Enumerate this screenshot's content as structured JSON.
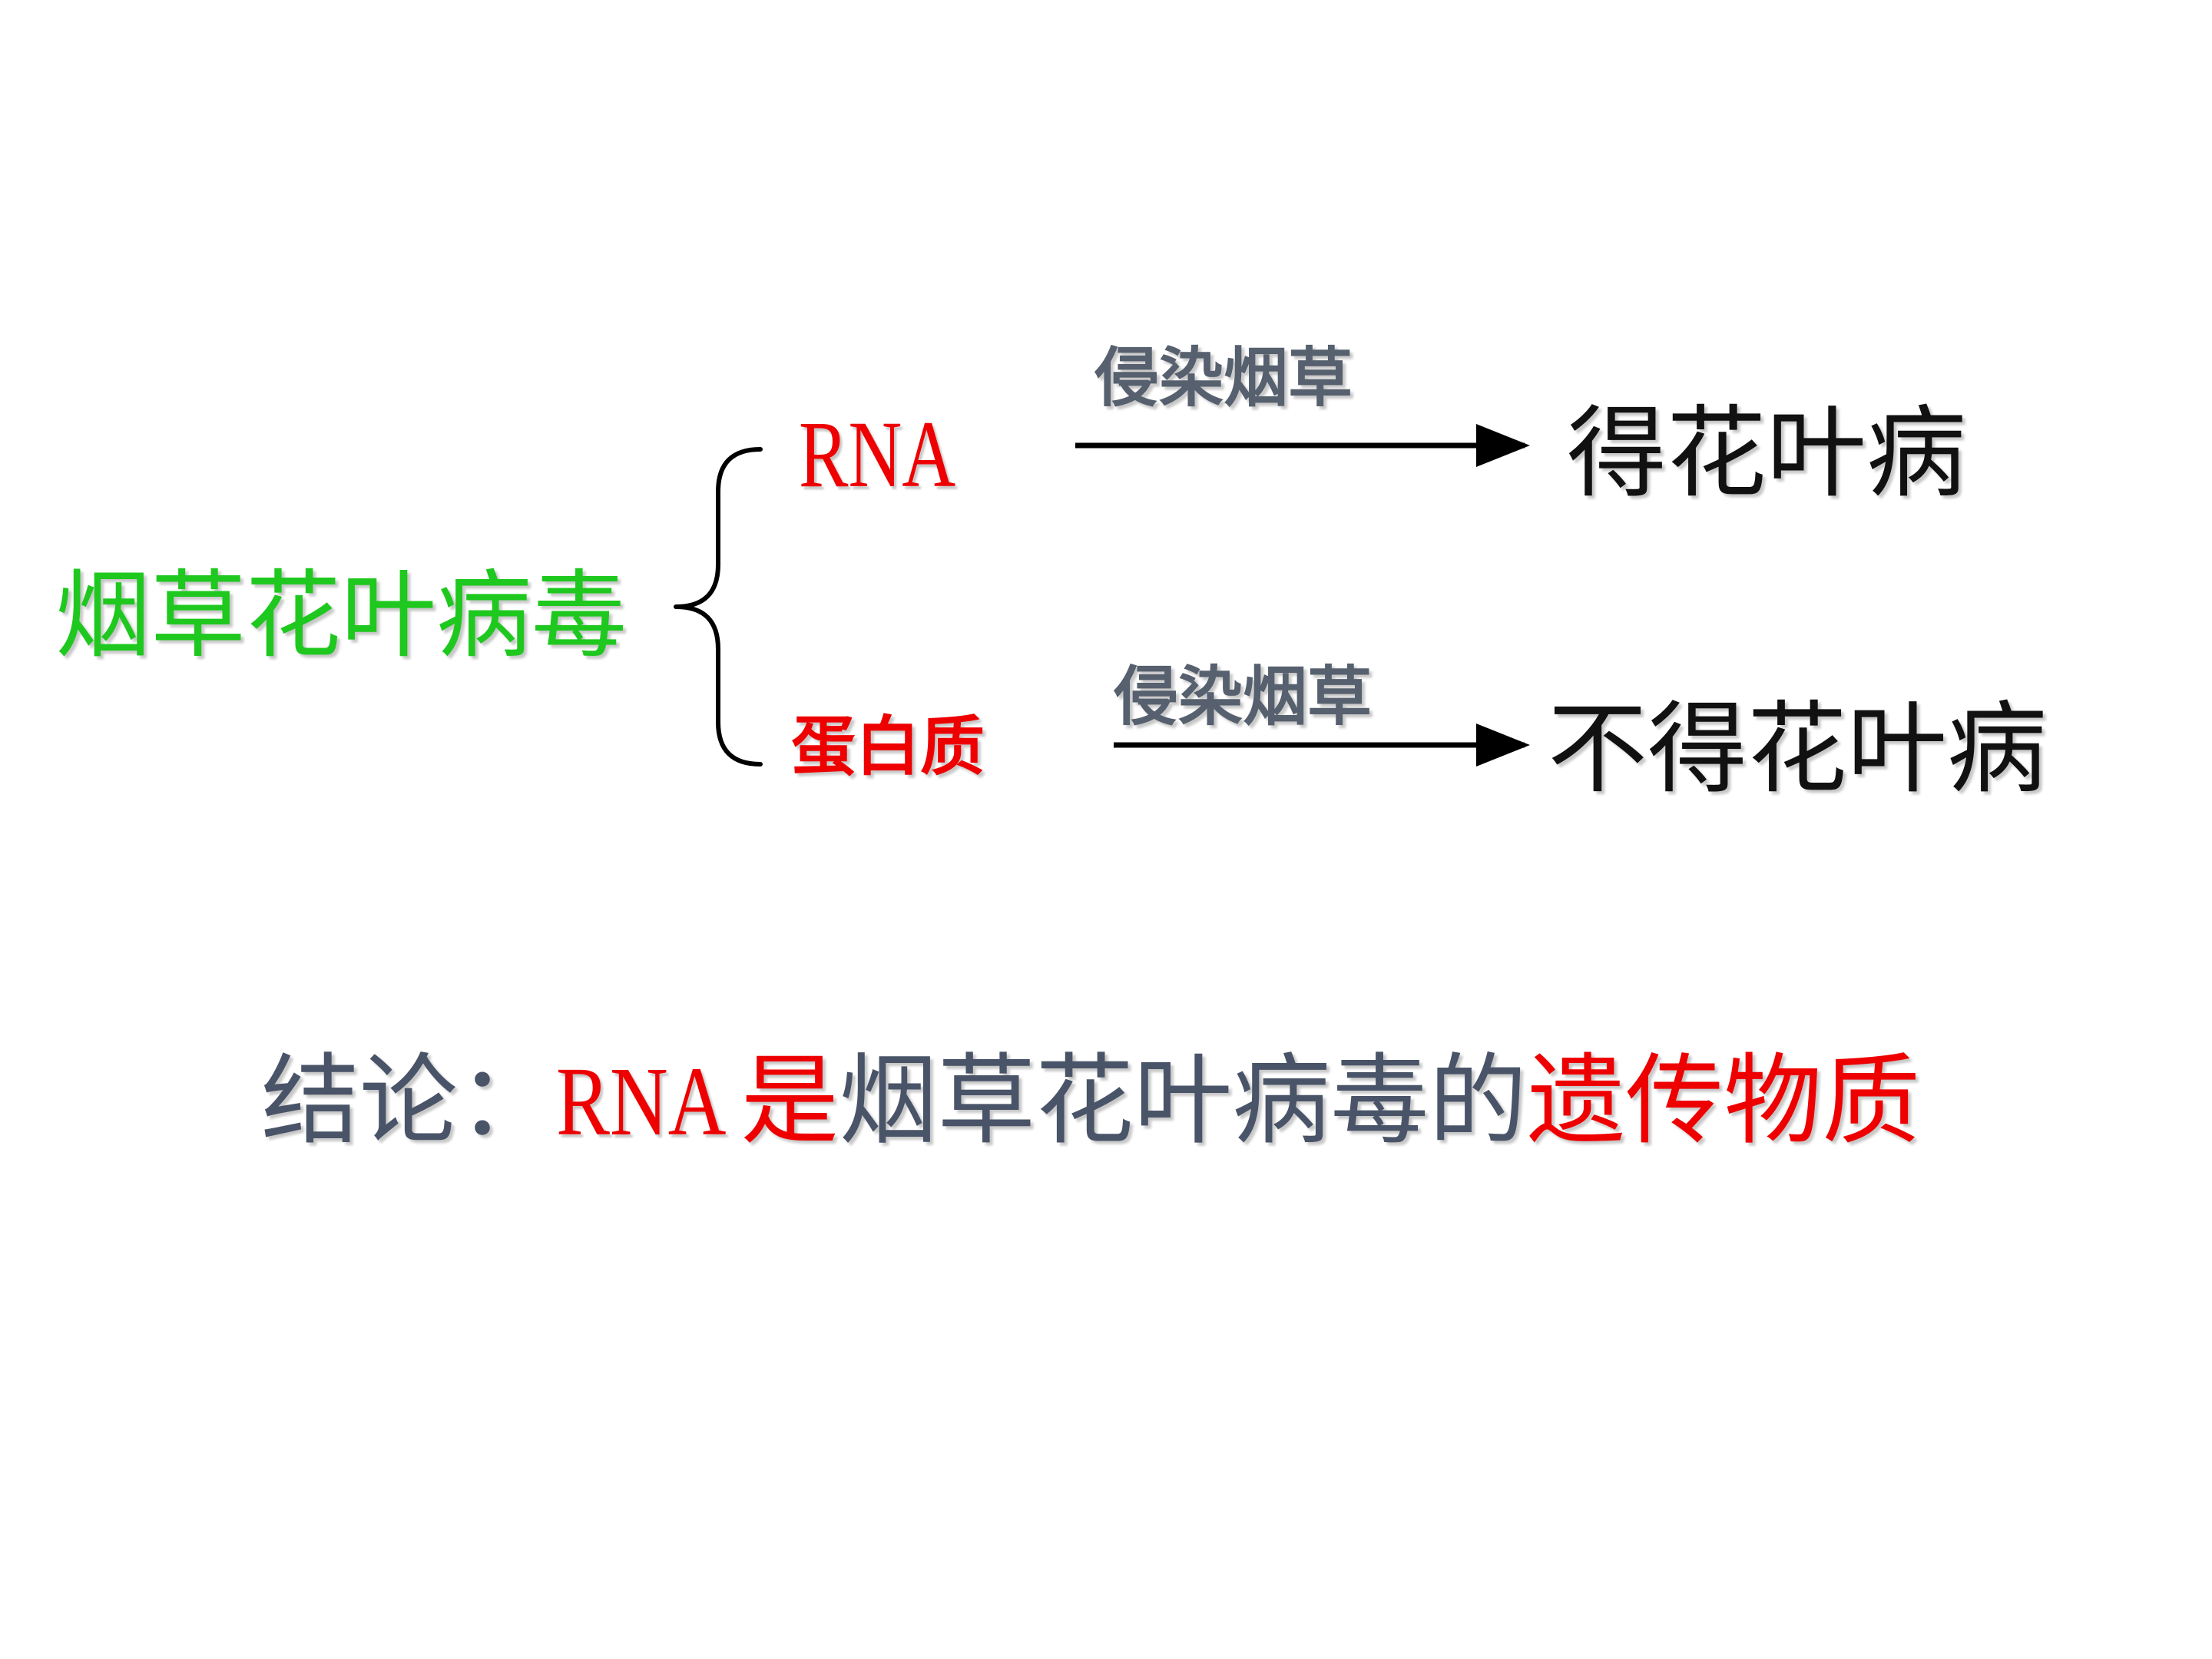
{
  "diagram": {
    "source": "烟草花叶病毒",
    "components": [
      {
        "name": "RNA",
        "action": "侵染烟草",
        "result": "得花叶病"
      },
      {
        "name": "蛋白质",
        "action": "侵染烟草",
        "result": "不得花叶病"
      }
    ],
    "conclusion": {
      "prefix": "结论：",
      "rna": "RNA",
      "is": "是",
      "middle": "烟草花叶病毒的",
      "end": "遗传物质"
    }
  },
  "colors": {
    "source": "#1ec81e",
    "component": "#ee0000",
    "action": "#56606e",
    "result": "#111111",
    "conclusion_text": "#4a5468",
    "conclusion_highlight": "#ee0000"
  }
}
